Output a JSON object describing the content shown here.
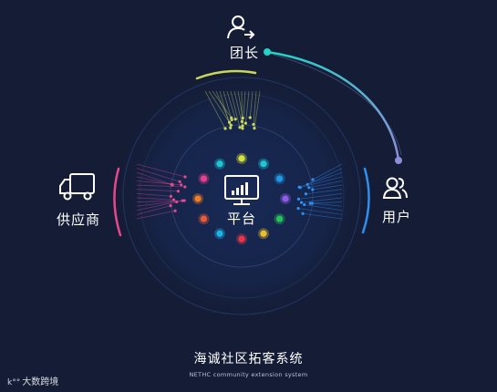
{
  "nodes": {
    "team": "团长",
    "users": "用户",
    "supplier": "供应商",
    "platform": "平台"
  },
  "footer": {
    "title": "海诚社区拓客系统",
    "subtitle": "NETHC community extension system"
  },
  "watermark": {
    "logo": "k°°",
    "text": "大数跨境"
  },
  "colors": {
    "background": "#151d36",
    "ring_glow": "#2a5fb0",
    "team_arc": "#c9d85a",
    "user_arc": "#2e8ff0",
    "supplier_arc": "#e8468f",
    "connector_start": "#1fd6c6",
    "connector_end": "#8a8fd6"
  },
  "dot_colors": [
    "#d6e23c",
    "#1cc7d6",
    "#1e9be8",
    "#8e5ce6",
    "#28c25a",
    "#e8c12a",
    "#e8374a",
    "#1cb3e8",
    "#e85a3a",
    "#f07d2a",
    "#e8408a",
    "#1cc7d6"
  ],
  "icons": {
    "team": "user-arrow-icon",
    "users": "users-icon",
    "supplier": "truck-icon",
    "platform": "monitor-chart-icon"
  }
}
